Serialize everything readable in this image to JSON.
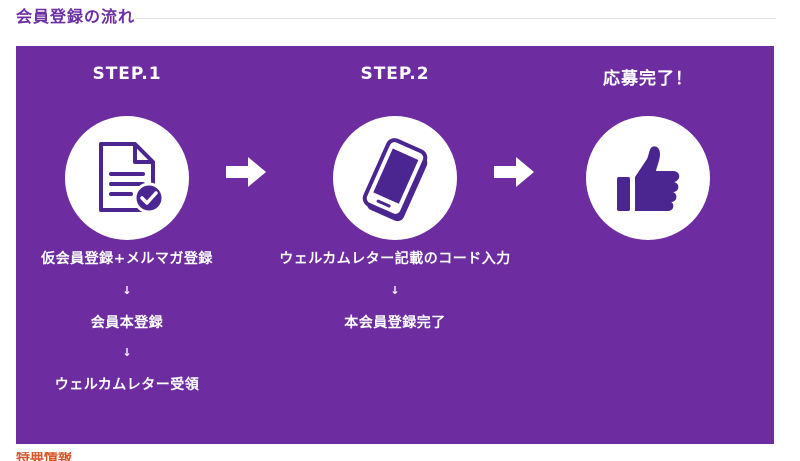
{
  "section": {
    "title": "会員登録の流れ"
  },
  "steps": [
    {
      "heading": "STEP.1",
      "icon": "document-check-icon",
      "lines": [
        "仮会員登録+メルマガ登録",
        "↓",
        "会員本登録",
        "↓",
        "ウェルカムレター受領"
      ]
    },
    {
      "heading": "STEP.2",
      "icon": "smartphone-icon",
      "lines": [
        "ウェルカムレター記載のコード入力",
        "↓",
        "本会員登録完了"
      ]
    },
    {
      "heading": "応募完了！",
      "icon": "thumbs-up-icon",
      "lines": []
    }
  ],
  "colors": {
    "panel": "#6d2da1",
    "title": "#6b2fa3",
    "icon": "#4b2590",
    "next_heading": "#d8572a"
  },
  "next_section": {
    "title_fragment": "特典情報"
  }
}
